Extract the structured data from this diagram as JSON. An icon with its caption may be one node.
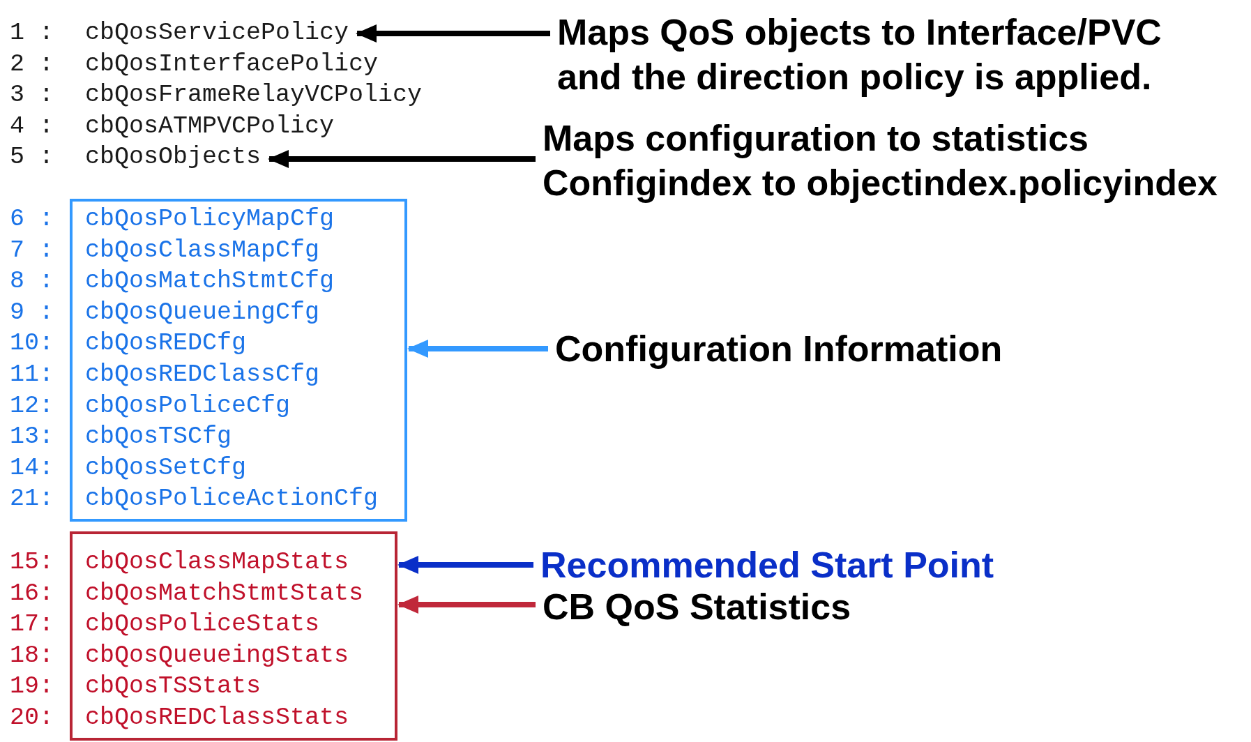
{
  "diagram": {
    "nodes": [
      {
        "text": [
          "Maps QoS objects to Interface/PVC and the direction policy is applied."
        ]
      },
      {
        "text": [
          "cbQosServicePolicy"
        ]
      },
      {
        "text": [
          "Maps configuration to statistics Configindex to objectindex.policyindex"
        ]
      },
      {
        "text": [
          "cbQosObjects"
        ]
      },
      {
        "text": [
          "cbQosPolicyMapCfg",
          "cbQosClassMapCfg",
          "cbQosMatchStmtCfg",
          "cbQosQueueingCfg",
          "cbQosREDCfg",
          "cbQosREDClassCfg",
          "cbQosPoliceCfg",
          "cbQosTSCfg",
          "cbQosSetCfg",
          "cbQosPoliceActionCfg"
        ]
      },
      {
        "text": [
          "Configuration Information"
        ]
      },
      {
        "text": [
          "cbQosClassMapStats",
          "cbQosMatchStmtStats",
          "cbQosPoliceStats",
          "cbQosQueueingStats",
          "cbQosTSStats",
          "cbQosREDClassStats"
        ]
      },
      {
        "text": [
          "Recommended Start Point"
        ]
      },
      {
        "text": [
          "CB QoS Statistics"
        ]
      }
    ],
    "edges": [
      {
        "from": 0,
        "to": 1,
        "arrow": "to"
      },
      {
        "from": 2,
        "to": 3,
        "arrow": "to"
      },
      {
        "from": 5,
        "to": 4,
        "arrow": "to",
        "color": "#3399ff"
      },
      {
        "from": 7,
        "to": 6,
        "arrow": "to",
        "color": "#0a2fc8"
      },
      {
        "from": 8,
        "to": 6,
        "arrow": "to",
        "color": "#c0283a"
      }
    ],
    "labels": [
      "1 :",
      "2 :",
      "cbQosInterfacePolicy",
      "3 :",
      "cbQosFrameRelayVCPolicy",
      "4 :",
      "cbQosATMPVCPolicy",
      "5 :",
      "6 :",
      "7 :",
      "8 :",
      "9 :",
      "10:",
      "11:",
      "12:",
      "13:",
      "14:",
      "21:",
      "15:",
      "16:",
      "17:",
      "18:",
      "19:",
      "20:"
    ]
  }
}
